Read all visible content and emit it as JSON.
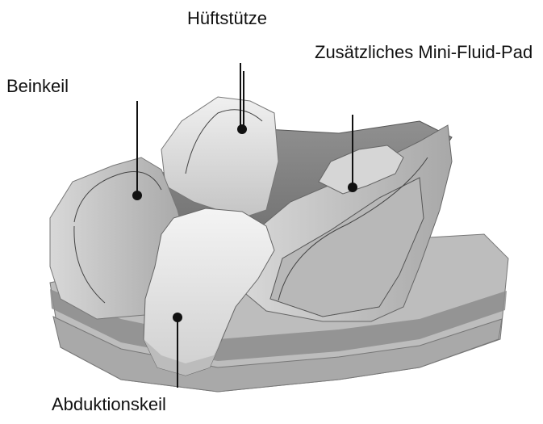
{
  "labels": {
    "hueftstuetze": "Hüftstütze",
    "mini_fluid_pad": "Zusätzliches Mini-Fluid-Pad",
    "beinkeil": "Beinkeil",
    "abduktionskeil": "Abduktionskeil"
  },
  "colors": {
    "cushion_light": "#e6e6e6",
    "cushion_mid": "#c9c9c9",
    "cushion_dark": "#8f8f8f",
    "fluid_pad": "#7c7c7c",
    "base_band": "#9a9a9a",
    "line": "#111111"
  }
}
